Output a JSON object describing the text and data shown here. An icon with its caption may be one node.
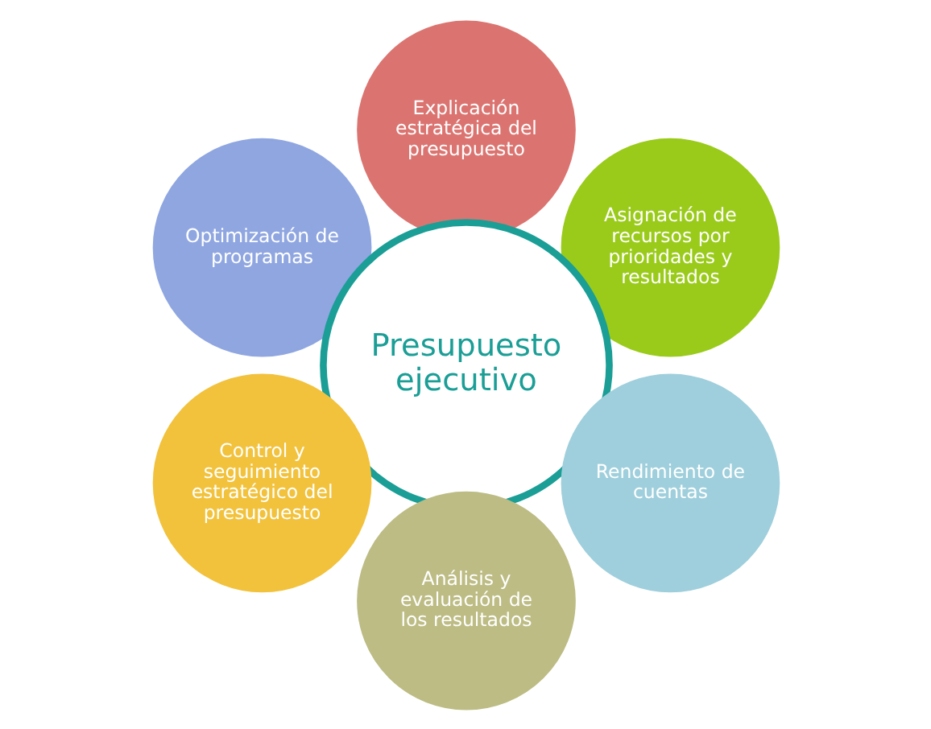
{
  "diagram": {
    "nodes": [
      {
        "text": [
          "Asignación de recursos por prioridades y resultados"
        ]
      },
      {
        "text": [
          "Explicación estratégica del presupuesto"
        ]
      },
      {
        "text": [
          "Optimización de programas"
        ]
      },
      {
        "text": [
          "Presupuesto ejecutivo"
        ]
      },
      {
        "text": [
          "Control y seguimiento estratégico del presupuesto"
        ]
      },
      {
        "text": [
          "Análisis y evaluación de los resultados"
        ]
      },
      {
        "text": [
          "Rendimiento de cuentas"
        ]
      }
    ]
  }
}
